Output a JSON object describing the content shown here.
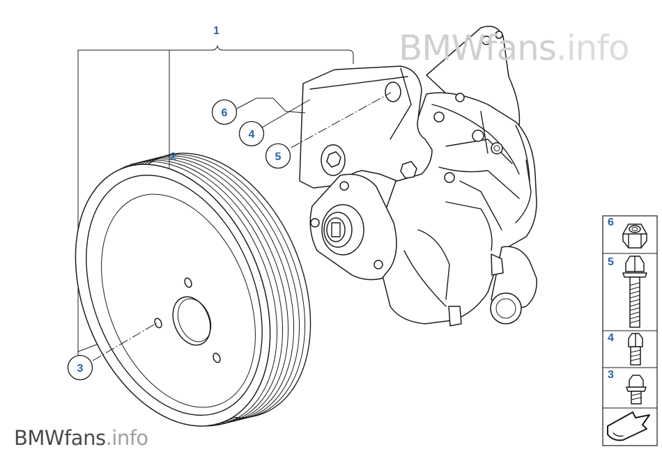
{
  "watermarks": {
    "top": {
      "brand": "BMWfans",
      "suffix": ".info"
    },
    "bottom": {
      "brand": "BMWfans",
      "suffix": ".info"
    }
  },
  "callouts": {
    "c1": "1",
    "c2": "2",
    "c3": "3",
    "c4": "4",
    "c5": "5",
    "c6": "6"
  },
  "legend": [
    {
      "num": "6",
      "icon": "hex-nut-icon"
    },
    {
      "num": "5",
      "icon": "long-bolt-icon"
    },
    {
      "num": "4",
      "icon": "short-bolt-icon"
    },
    {
      "num": "3",
      "icon": "flange-bolt-icon"
    }
  ],
  "legend_nav_icon": "arrow-navigation-icon"
}
